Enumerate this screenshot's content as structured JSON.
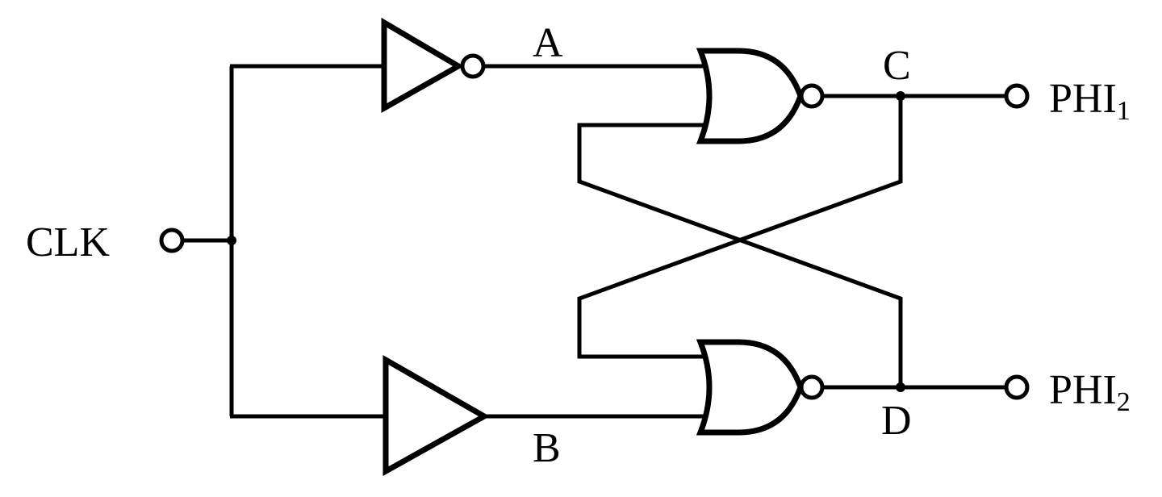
{
  "labels": {
    "clk": "CLK",
    "a": "A",
    "b": "B",
    "c": "C",
    "d": "D",
    "phi": "PHI",
    "phi1_sub": "1",
    "phi2_sub": "2"
  },
  "colors": {
    "stroke": "#000000",
    "background": "#ffffff"
  }
}
